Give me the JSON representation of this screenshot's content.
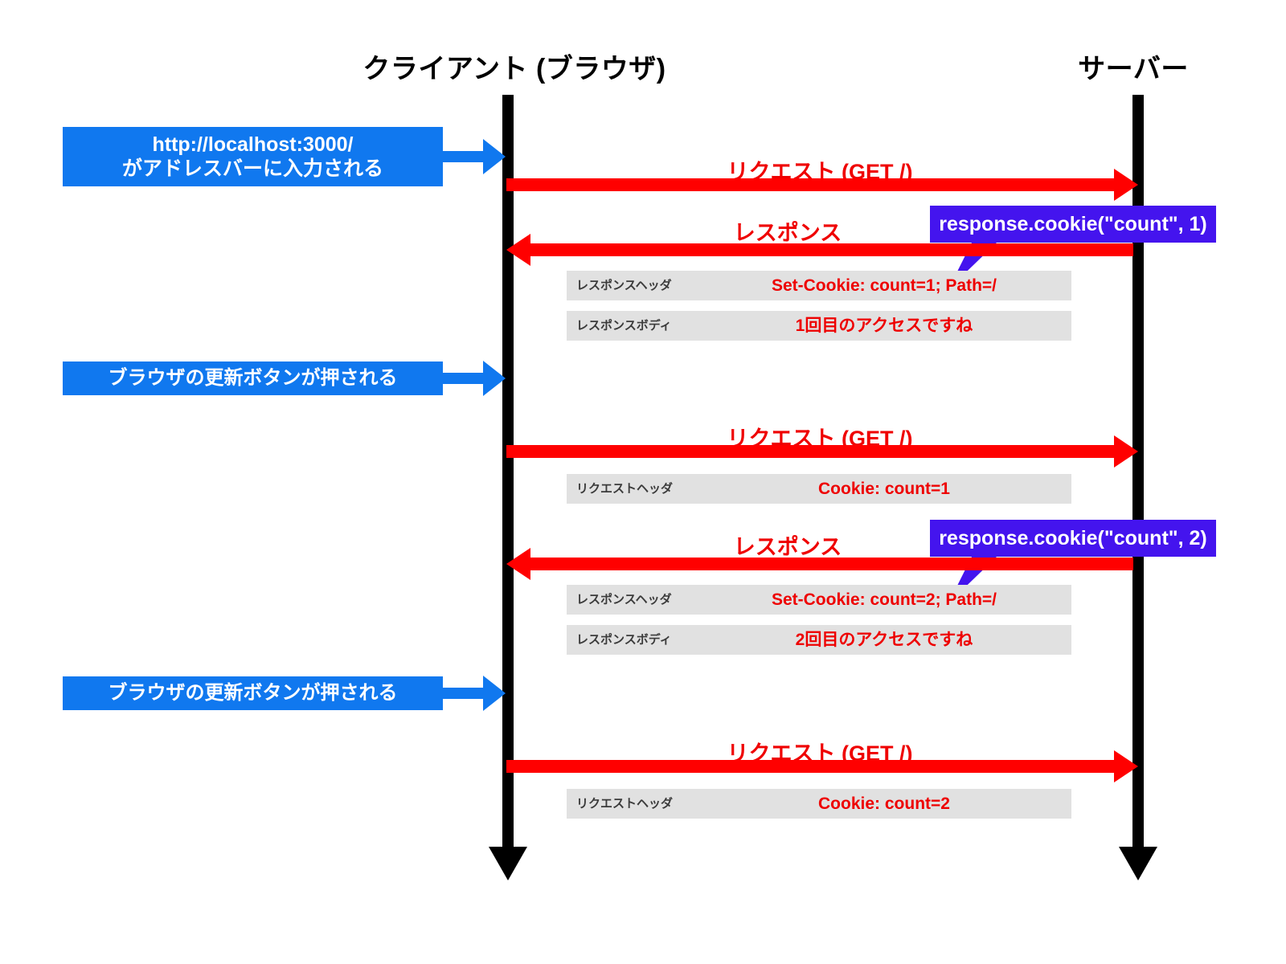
{
  "diagram": {
    "title_client": "クライアント (ブラウザ)",
    "title_server": "サーバー",
    "colors": {
      "blue": "#1078ef",
      "red": "#ff0000",
      "purple": "#4414ee",
      "gray_row": "#e1e1e1",
      "lifeline": "#000000"
    }
  },
  "events": {
    "address_bar": {
      "line1": "http://localhost:3000/",
      "line2": "がアドレスバーに入力される"
    },
    "refresh_1": {
      "line1": "ブラウザの更新ボタンが押される"
    },
    "refresh_2": {
      "line1": "ブラウザの更新ボタンが押される"
    }
  },
  "messages": {
    "request_1": "リクエスト (GET /)",
    "response_1": "レスポンス",
    "request_2": "リクエスト (GET /)",
    "response_2": "レスポンス",
    "request_3": "リクエスト (GET /)"
  },
  "details": {
    "resp_header_1": {
      "label": "レスポンスヘッダ",
      "value": "Set-Cookie: count=1; Path=/"
    },
    "resp_body_1": {
      "label": "レスポンスボディ",
      "value": "1回目のアクセスですね"
    },
    "req_header_2": {
      "label": "リクエストヘッダ",
      "value": "Cookie: count=1"
    },
    "resp_header_2": {
      "label": "レスポンスヘッダ",
      "value": "Set-Cookie: count=2; Path=/"
    },
    "resp_body_2": {
      "label": "レスポンスボディ",
      "value": "2回目のアクセスですね"
    },
    "req_header_3": {
      "label": "リクエストヘッダ",
      "value": "Cookie: count=2"
    }
  },
  "callouts": {
    "cookie_1": "response.cookie(\"count\", 1)",
    "cookie_2": "response.cookie(\"count\", 2)"
  }
}
